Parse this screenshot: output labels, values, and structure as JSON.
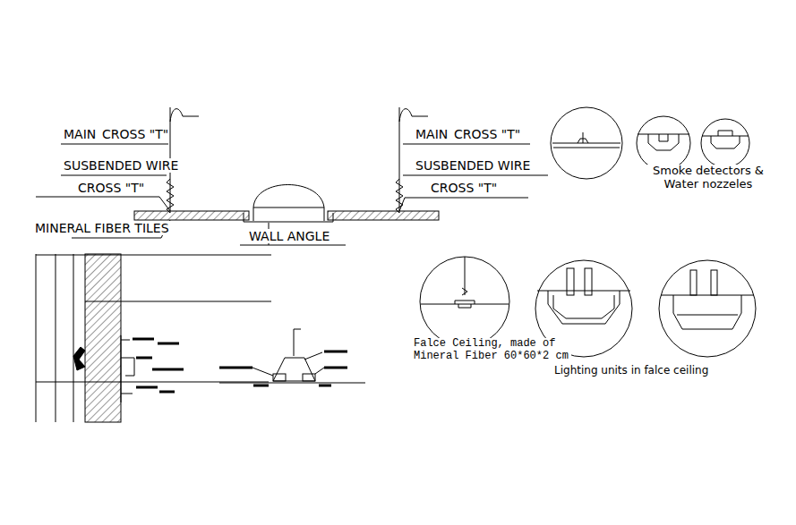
{
  "diagram": {
    "labels": [
      "MAIN",
      "CROSS \"T\"",
      "SUSBENDED WIRE",
      "CROSS \"T\"",
      "MINERAL FIBER TILES",
      "WALL ANGLE",
      "MAIN",
      "CROSS \"T\"",
      "SUSBENDED WIRE",
      "CROSS \"T\"",
      "Smoke detectors & Water nozzeles",
      "Falce Ceiling, made of Mineral Fiber 60*60*2 cm",
      "Lighting units in falce ceiling"
    ]
  }
}
